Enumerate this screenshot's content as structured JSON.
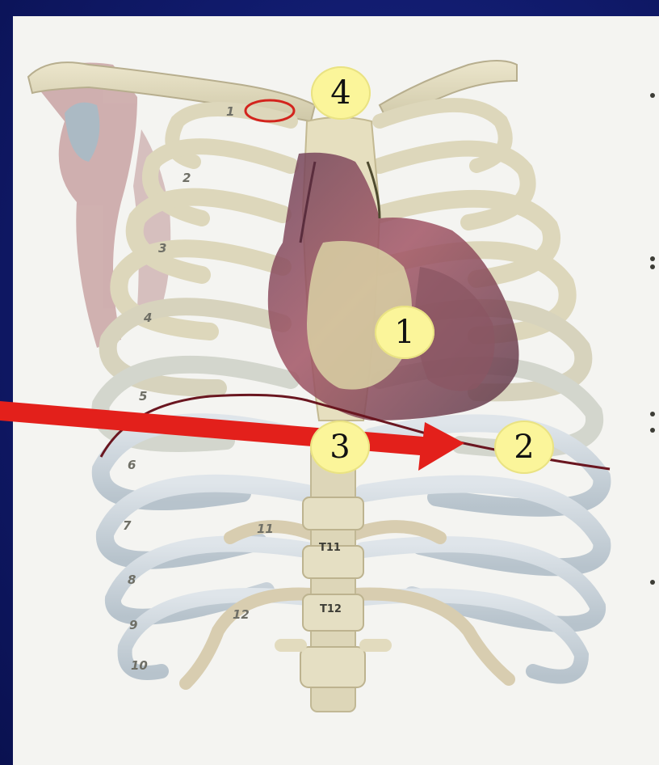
{
  "markers": [
    {
      "id": "marker-1",
      "label": "1"
    },
    {
      "id": "marker-2",
      "label": "2"
    },
    {
      "id": "marker-3",
      "label": "3"
    },
    {
      "id": "marker-4",
      "label": "4"
    }
  ],
  "rib_numbers": [
    "1",
    "2",
    "3",
    "4",
    "5",
    "6",
    "7",
    "8",
    "9",
    "10",
    "11",
    "12"
  ],
  "vertebra_labels": [
    "T11",
    "T12"
  ],
  "colors": {
    "background": "#101a6b",
    "panel": "#f4f4f1",
    "marker_fill": "#fbf59a",
    "arrow": "#e3201b",
    "bone": "#e8e2c6",
    "heart": "#8a3b4a"
  }
}
